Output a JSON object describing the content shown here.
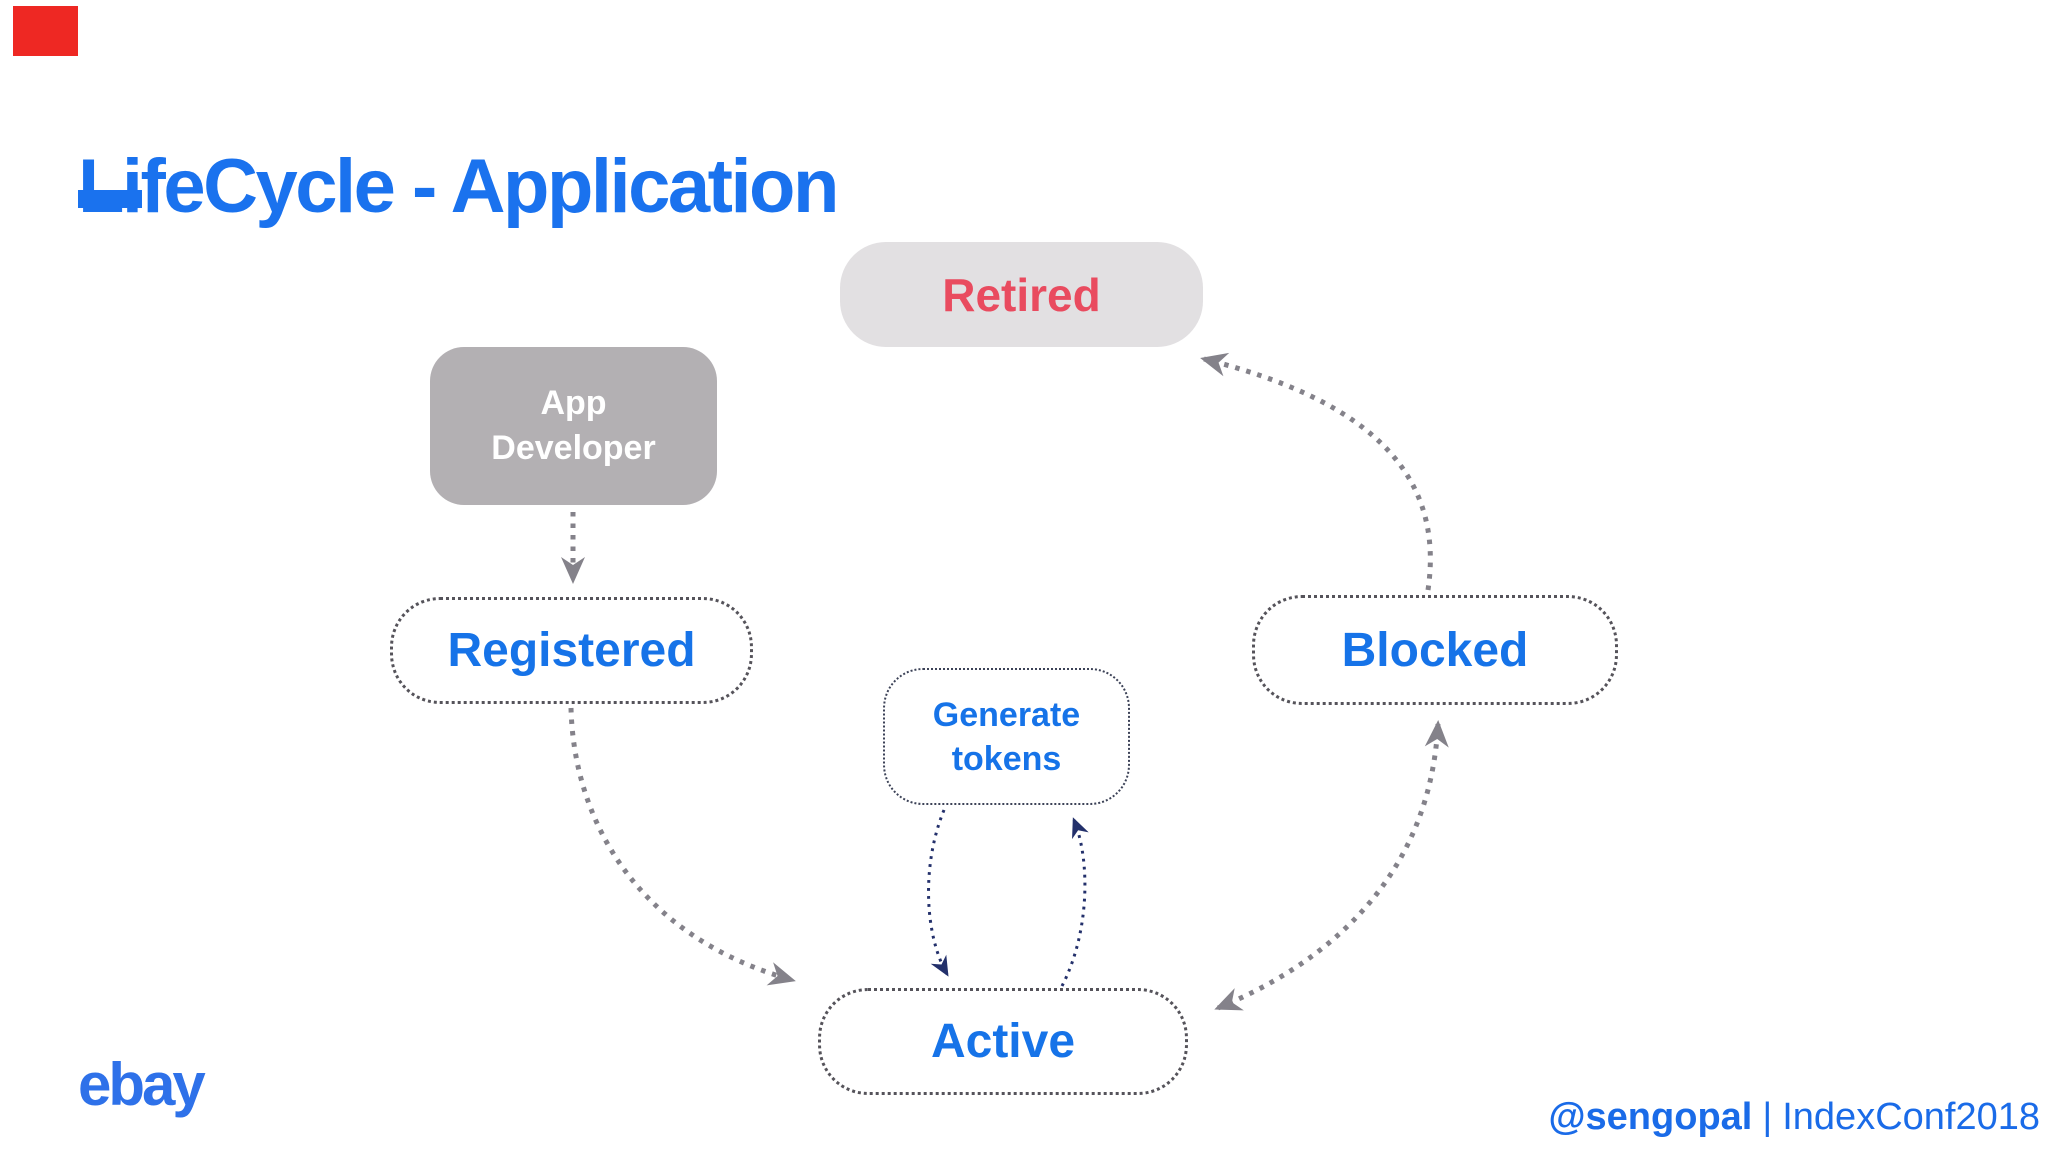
{
  "slide": {
    "title": "LifeCycle - Application",
    "logo_text": "ebay",
    "footer": {
      "handle": "@sengopal",
      "separator": "|",
      "event": "IndexConf2018"
    }
  },
  "diagram": {
    "nodes": {
      "retired": {
        "label": "Retired",
        "type": "terminal-state"
      },
      "app_developer": {
        "label": "App Developer",
        "type": "actor"
      },
      "registered": {
        "label": "Registered",
        "type": "state"
      },
      "generate_tokens": {
        "label": "Generate tokens",
        "type": "action"
      },
      "blocked": {
        "label": "Blocked",
        "type": "state"
      },
      "active": {
        "label": "Active",
        "type": "state"
      }
    },
    "edges": [
      {
        "from": "app_developer",
        "to": "registered",
        "style": "dotted-gray"
      },
      {
        "from": "registered",
        "to": "active",
        "style": "dotted-gray"
      },
      {
        "from": "generate_tokens",
        "to": "active",
        "style": "dotted-navy"
      },
      {
        "from": "active",
        "to": "generate_tokens",
        "style": "dotted-navy"
      },
      {
        "from": "active",
        "to": "blocked",
        "style": "dotted-gray",
        "bidirectional": true
      },
      {
        "from": "blocked",
        "to": "retired",
        "style": "dotted-gray"
      }
    ]
  },
  "colors": {
    "title_blue": "#1a72ee",
    "node_text_blue": "#1673e8",
    "retired_text_red": "#e94b5f",
    "retired_fill_gray": "#e2e0e2",
    "actor_fill_gray": "#b3b0b3",
    "arrow_gray": "#84828a",
    "arrow_navy": "#23306b",
    "corner_accent_red": "#ee2823",
    "footer_blue": "#1a6be8",
    "logo_blue": "#2e71e9"
  }
}
